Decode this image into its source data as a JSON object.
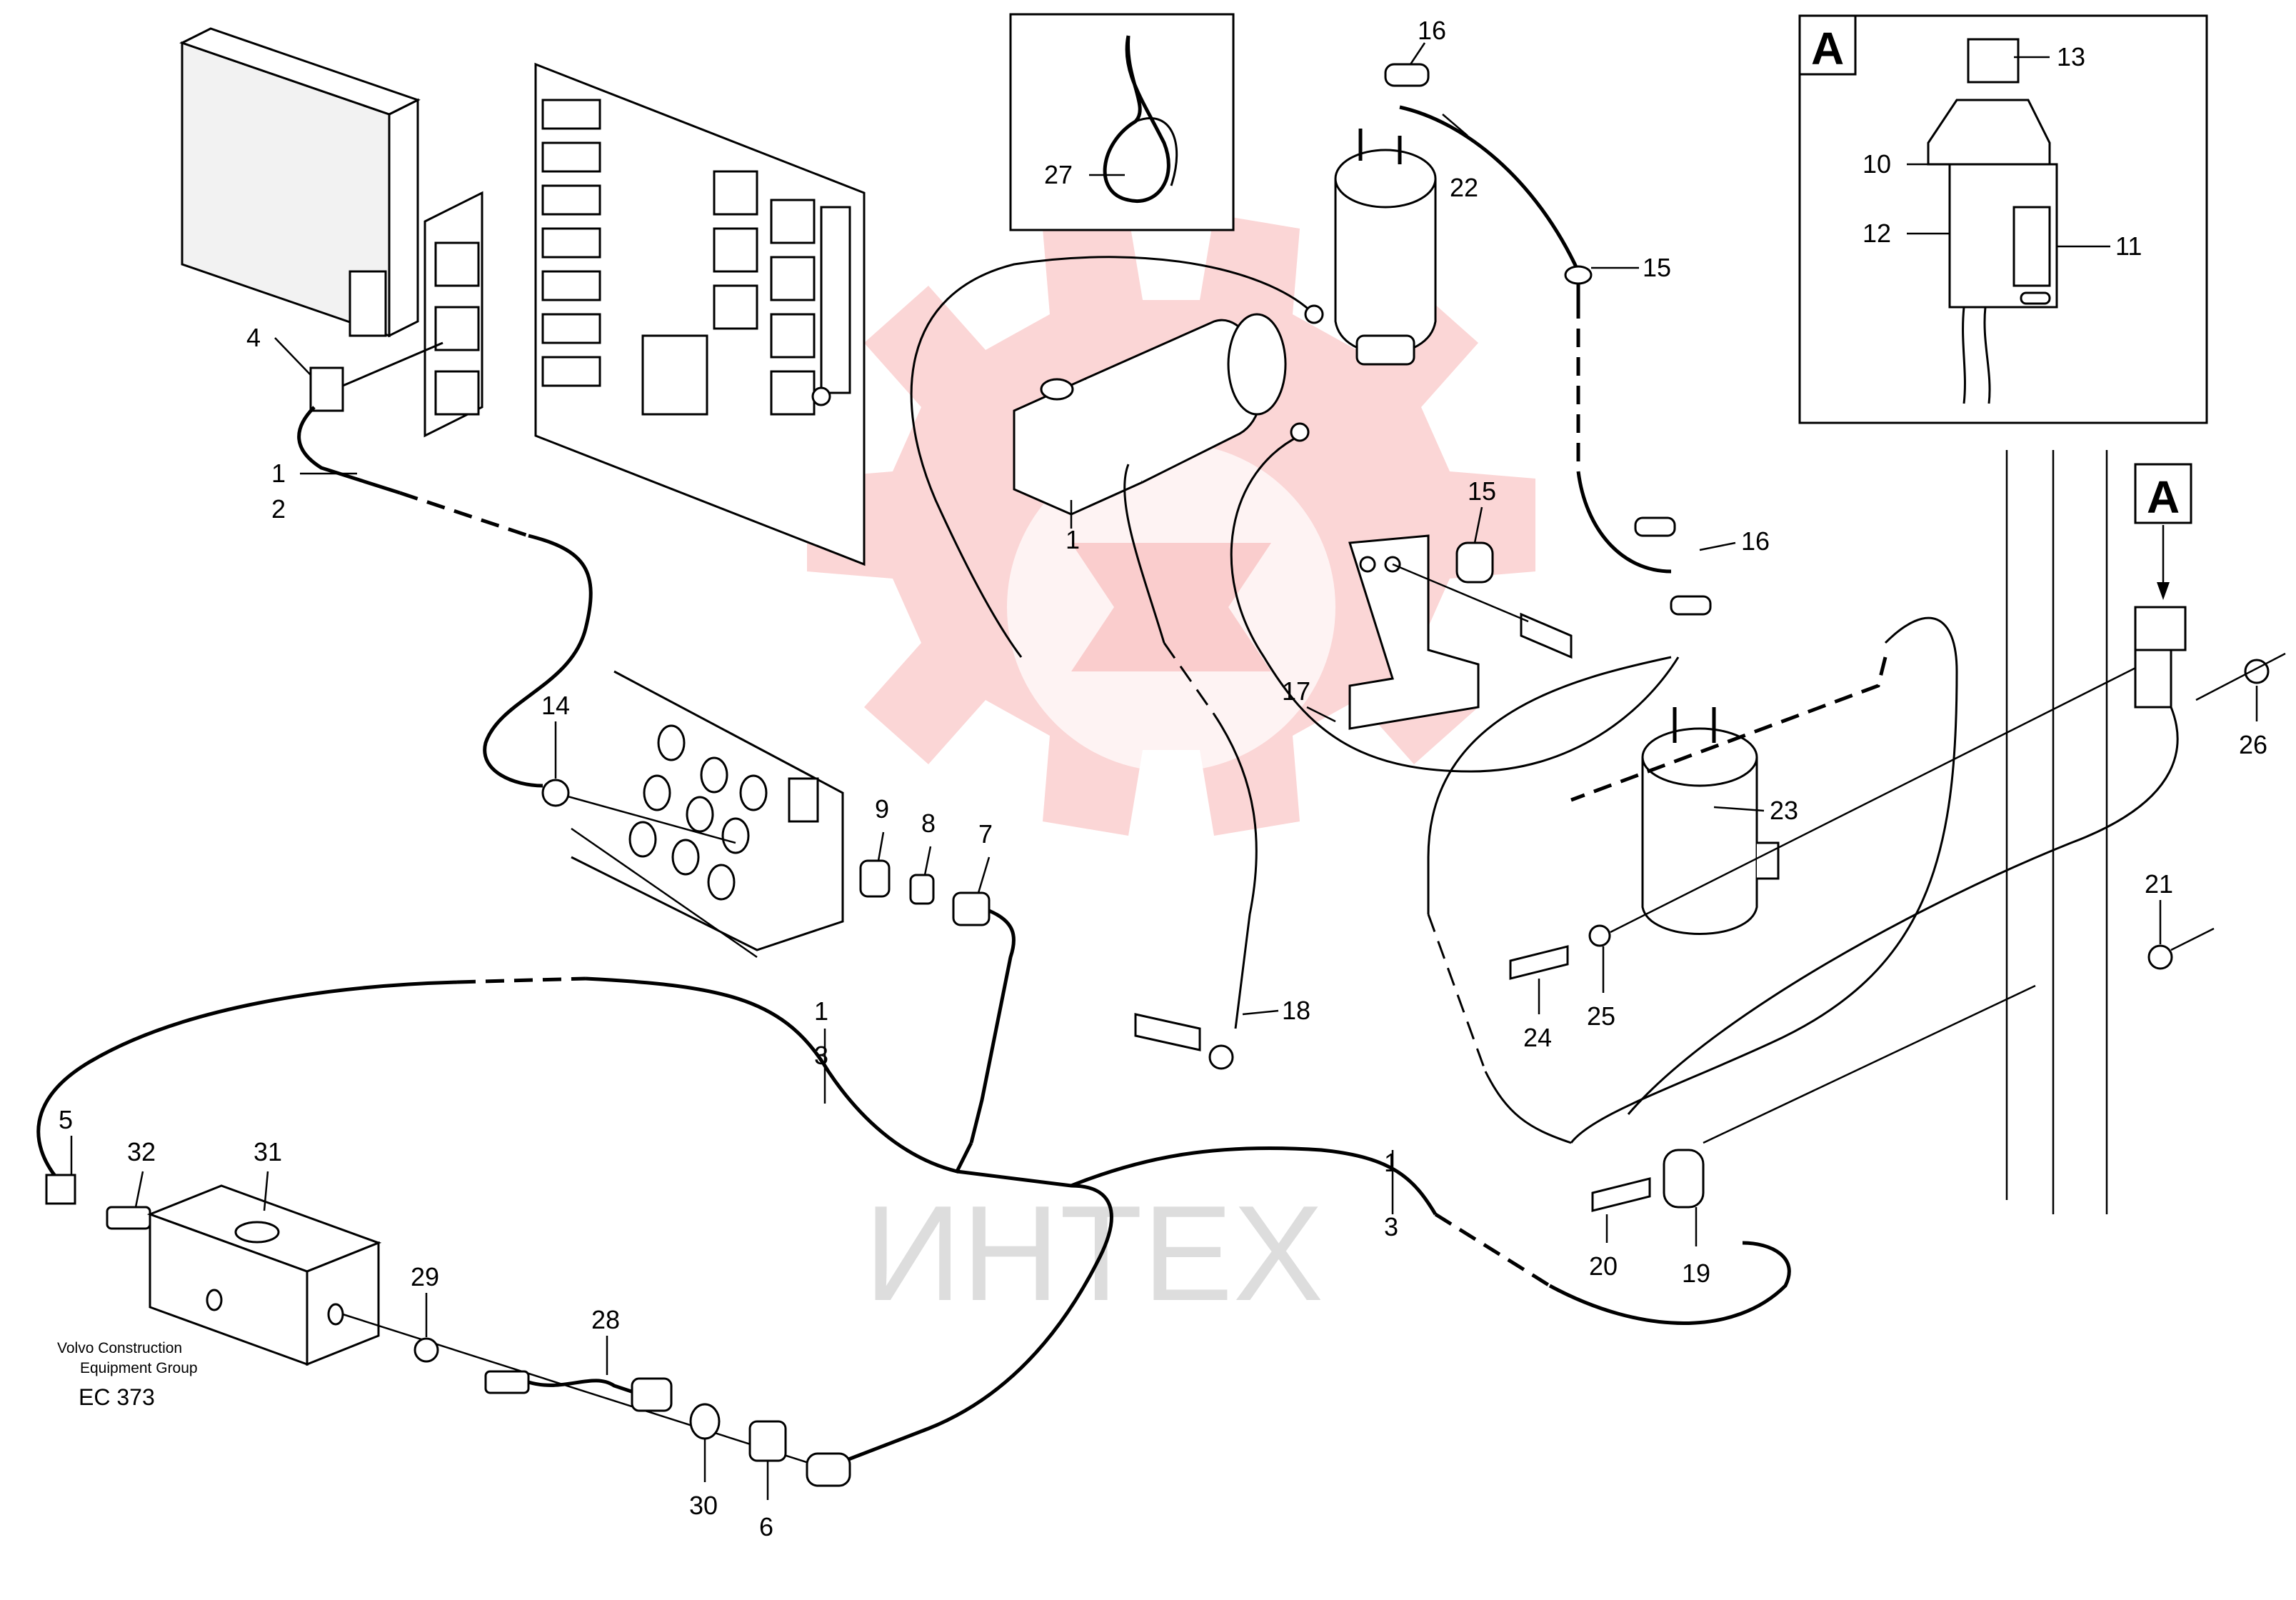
{
  "watermark": {
    "text": "ИНТЕХ"
  },
  "caption": {
    "line1": "Volvo Construction",
    "line2": "Equipment Group",
    "code": "EC 373"
  },
  "detail": {
    "letter": "A",
    "ref_letter": "A"
  },
  "labels": {
    "l1_ecu": "1",
    "l2_ecu": "2",
    "l4": "4",
    "l14": "14",
    "l9": "9",
    "l8": "8",
    "l7": "7",
    "l5": "5",
    "l32": "32",
    "l31": "31",
    "l29": "29",
    "l28": "28",
    "l30": "30",
    "l6": "6",
    "l1_mid": "1",
    "l3_mid": "3",
    "l1_right": "1",
    "l3_right": "3",
    "l27": "27",
    "l16_top": "16",
    "l22": "22",
    "l15_top": "15",
    "l1_motor": "1",
    "l15_bracket": "15",
    "l16_right": "16",
    "l17": "17",
    "l18": "18",
    "l23": "23",
    "l24": "24",
    "l25": "25",
    "l20": "20",
    "l19": "19",
    "l21": "21",
    "l26": "26",
    "l13": "13",
    "l10": "10",
    "l12": "12",
    "l11": "11"
  },
  "colors": {
    "line": "#000000",
    "watermark": "#f26b6b"
  }
}
